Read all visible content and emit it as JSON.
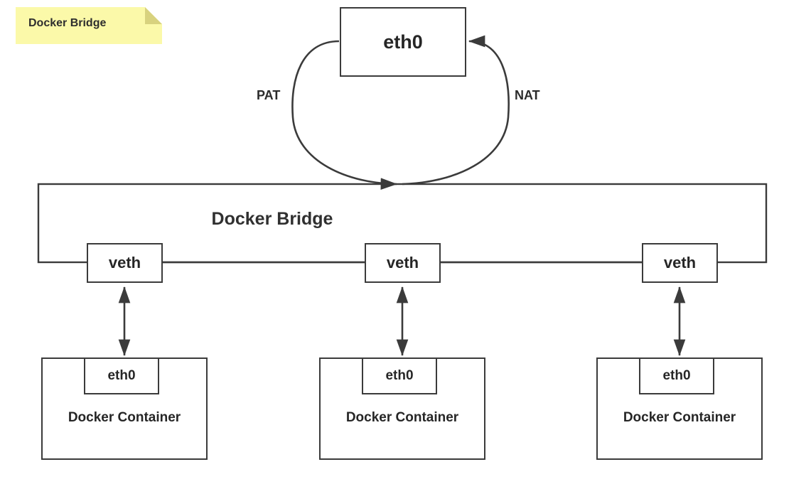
{
  "diagram": {
    "title": "Docker Bridge",
    "note": {
      "text": "Docker Bridge",
      "body_color": "#fbf9a9",
      "fold_color": "#d8d27e"
    },
    "colors": {
      "stroke": "#3b3b3b",
      "text": "#262626",
      "background": "#ffffff"
    },
    "host": {
      "interface_label": "eth0"
    },
    "bridge": {
      "label": "Docker Bridge"
    },
    "edges": [
      {
        "label": "PAT",
        "from": "eth0",
        "to": "Docker Bridge",
        "direction": "down"
      },
      {
        "label": "NAT",
        "from": "Docker Bridge",
        "to": "eth0",
        "direction": "up"
      }
    ],
    "veth_ports": [
      {
        "label": "veth"
      },
      {
        "label": "veth"
      },
      {
        "label": "veth"
      }
    ],
    "containers": [
      {
        "name": "Docker Container",
        "interface": "eth0"
      },
      {
        "name": "Docker Container",
        "interface": "eth0"
      },
      {
        "name": "Docker Container",
        "interface": "eth0"
      }
    ]
  }
}
